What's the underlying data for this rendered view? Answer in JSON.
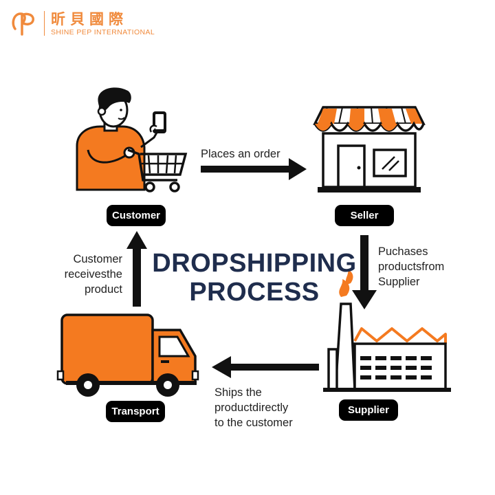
{
  "brand": {
    "name_cn": "昕貝國際",
    "name_en": "SHINE PEP INTERNATIONAL",
    "accent": "#f08a3c"
  },
  "title": {
    "line1": "DROPSHIPPING",
    "line2": "PROCESS",
    "color": "#1f2d4d"
  },
  "nodes": {
    "customer": "Customer",
    "seller": "Seller",
    "supplier": "Supplier",
    "transport": "Transport"
  },
  "steps": {
    "order": {
      "line1": "Places an order"
    },
    "purchase": {
      "line1": "Puchases",
      "line2": "productsfrom",
      "line3": "Supplier"
    },
    "ship": {
      "line1": "Ships the",
      "line2": "productdirectly",
      "line3": "to the customer"
    },
    "receive": {
      "line1": "Customer",
      "line2": "receivesthe",
      "line3": "product"
    }
  },
  "colors": {
    "orange": "#f47a20",
    "black": "#111111"
  }
}
